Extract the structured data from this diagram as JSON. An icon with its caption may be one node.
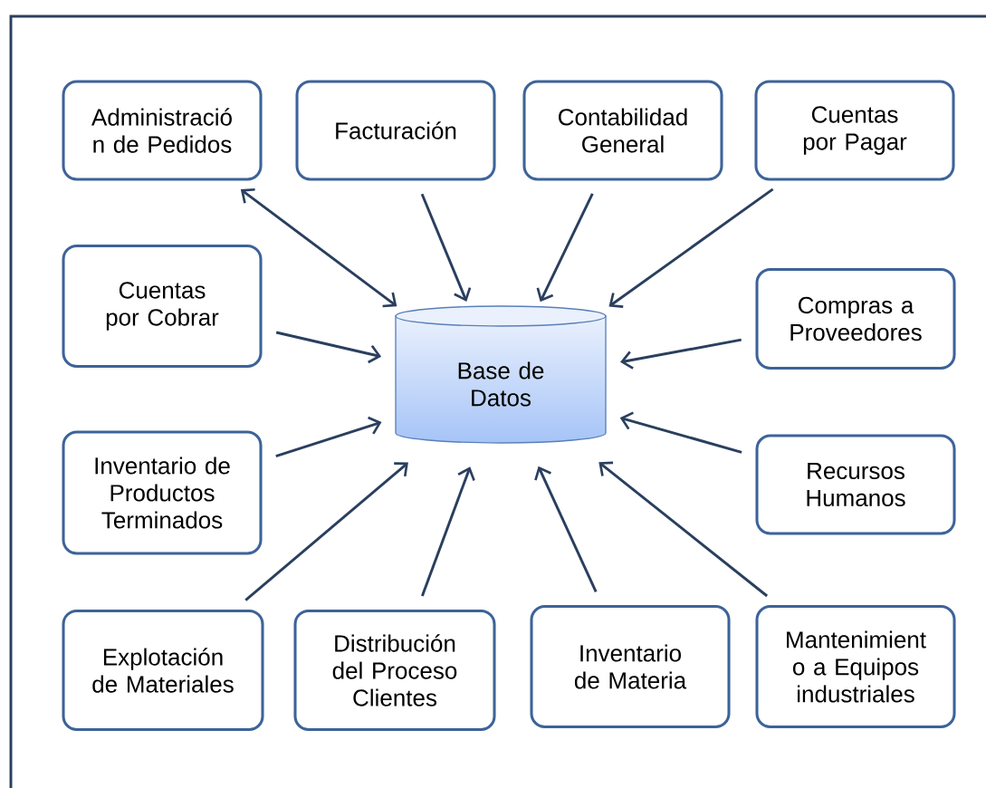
{
  "diagram": {
    "nodes": [
      {
        "text": [
          "Administració n de Pedidos"
        ]
      },
      {
        "text": [
          "Facturación"
        ]
      },
      {
        "text": [
          "Contabilidad General"
        ]
      },
      {
        "text": [
          "Cuentas por Pagar"
        ]
      },
      {
        "text": [
          "Cuentas por Cobrar"
        ]
      },
      {
        "text": [
          "Base de Datos"
        ]
      },
      {
        "text": [
          "Compras a Proveedores"
        ]
      },
      {
        "text": [
          "Inventario de Productos Terminados"
        ]
      },
      {
        "text": [
          "Recursos Humanos"
        ]
      },
      {
        "text": [
          "Explotación de Materiales"
        ]
      },
      {
        "text": [
          "Distribución del Proceso Clientes"
        ]
      },
      {
        "text": [
          "Inventario de Materia"
        ]
      },
      {
        "text": [
          "Mantenimient o a Equipos industriales"
        ]
      }
    ],
    "edges": [
      {
        "from": 0,
        "to": 5,
        "arrow": "both"
      },
      {
        "from": 1,
        "to": 5,
        "arrow": "to"
      },
      {
        "from": 2,
        "to": 5,
        "arrow": "to"
      },
      {
        "from": 3,
        "to": 5,
        "arrow": "to"
      },
      {
        "from": 4,
        "to": 5,
        "arrow": "to"
      },
      {
        "from": 6,
        "to": 5,
        "arrow": "to"
      },
      {
        "from": 7,
        "to": 5,
        "arrow": "to"
      },
      {
        "from": 8,
        "to": 5,
        "arrow": "to"
      },
      {
        "from": 9,
        "to": 5,
        "arrow": "to"
      },
      {
        "from": 10,
        "to": 5,
        "arrow": "to"
      },
      {
        "from": 11,
        "to": 5,
        "arrow": "to"
      },
      {
        "from": 12,
        "to": 5,
        "arrow": "to"
      }
    ]
  }
}
